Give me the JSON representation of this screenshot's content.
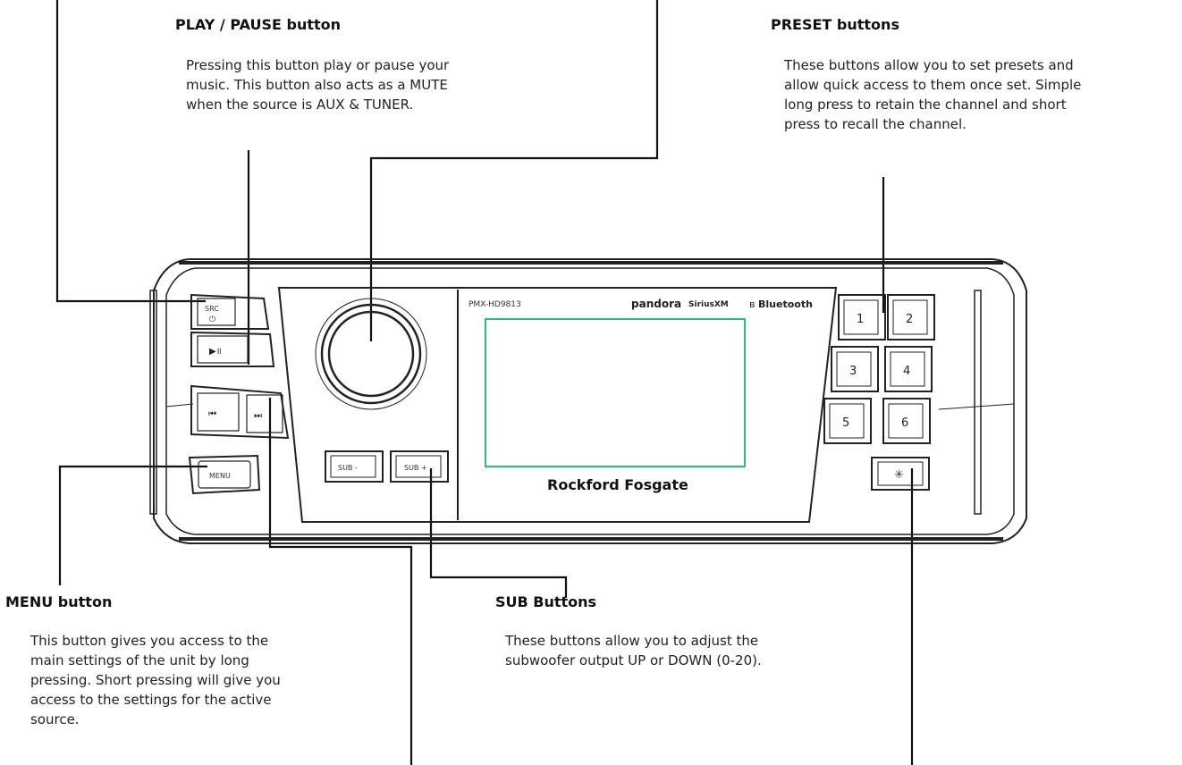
{
  "callouts": {
    "play_pause": {
      "title": "PLAY / PAUSE button",
      "lines": [
        "Pressing this button play or pause your",
        "music. This button also acts as a MUTE",
        "when the source is AUX & TUNER."
      ]
    },
    "preset": {
      "title": "PRESET buttons",
      "lines": [
        "These buttons allow you to set presets and",
        "allow quick access to them once set. Simple",
        "long press to retain the channel and short",
        "press to recall the channel."
      ]
    },
    "menu": {
      "title": "MENU button",
      "lines": [
        "This button gives you access to the",
        "main settings of the unit by long",
        "pressing. Short pressing will give you",
        "access to the settings for the active",
        "source."
      ]
    },
    "sub": {
      "title": "SUB Buttons",
      "lines": [
        "These buttons allow you to adjust the",
        "subwoofer output UP or DOWN (0-20)."
      ]
    }
  },
  "device": {
    "model": "PMX-HD9813",
    "brands": {
      "pandora": "pandora",
      "siriusxm": "SiriusXM",
      "bluetooth": "Bluetooth"
    },
    "logo": "Rockford Fosgate",
    "buttons": {
      "src": "SRC",
      "menu": "MENU",
      "sub_minus": "SUB -",
      "sub_plus": "SUB +",
      "presets": [
        "1",
        "2",
        "3",
        "4",
        "5",
        "6"
      ]
    },
    "icons": {
      "power": "⏻",
      "play_pause": "▶॥",
      "prev": "⏮",
      "next": "⏭",
      "dimmer": "✳"
    },
    "screen_color": "#3db38c"
  }
}
